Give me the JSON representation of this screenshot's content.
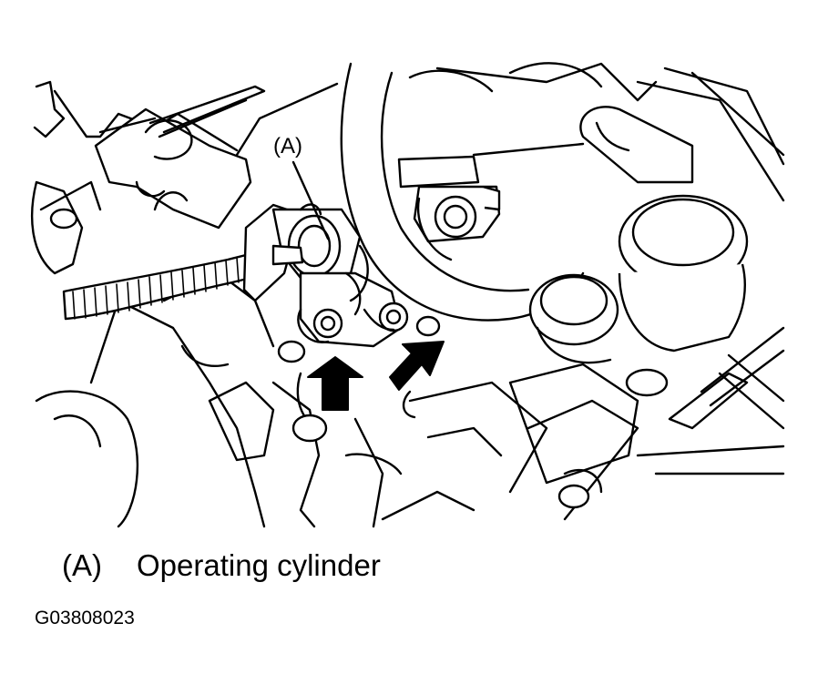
{
  "diagram": {
    "callout": {
      "key": "(A)"
    },
    "arrows": [
      {
        "name": "left-bolt-arrow",
        "points_to": "bolt"
      },
      {
        "name": "right-bolt-arrow",
        "points_to": "bolt"
      }
    ]
  },
  "legend": {
    "key": "(A)",
    "description": "Operating cylinder"
  },
  "figure_code": "G03808023"
}
